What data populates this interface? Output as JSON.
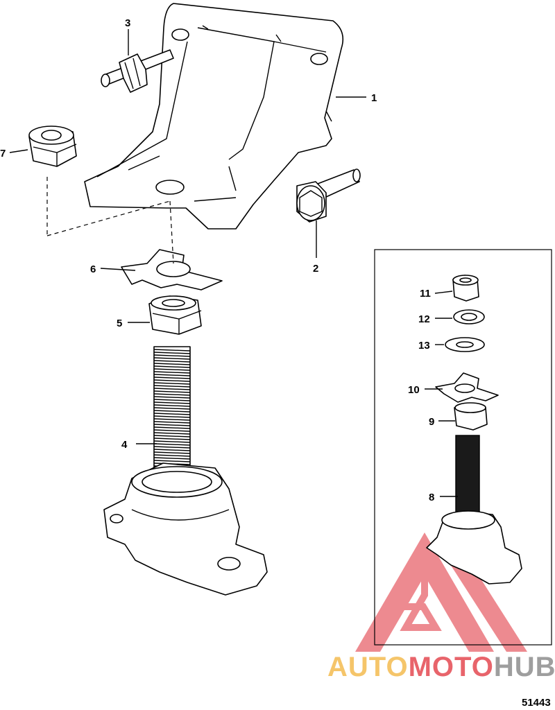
{
  "callouts": {
    "c1": "1",
    "c2": "2",
    "c3": "3",
    "c4": "4",
    "c5": "5",
    "c6": "6",
    "c7": "7",
    "c8": "8",
    "c9": "9",
    "c10": "10",
    "c11": "11",
    "c12": "12",
    "c13": "13"
  },
  "figure_id": "51443",
  "watermark": {
    "part1": "AUTO",
    "part2": "MOTO",
    "part3": "HUB",
    "colors": {
      "orange": "#f5c56a",
      "red": "#e8646b",
      "gray": "#9e9e9e"
    }
  }
}
